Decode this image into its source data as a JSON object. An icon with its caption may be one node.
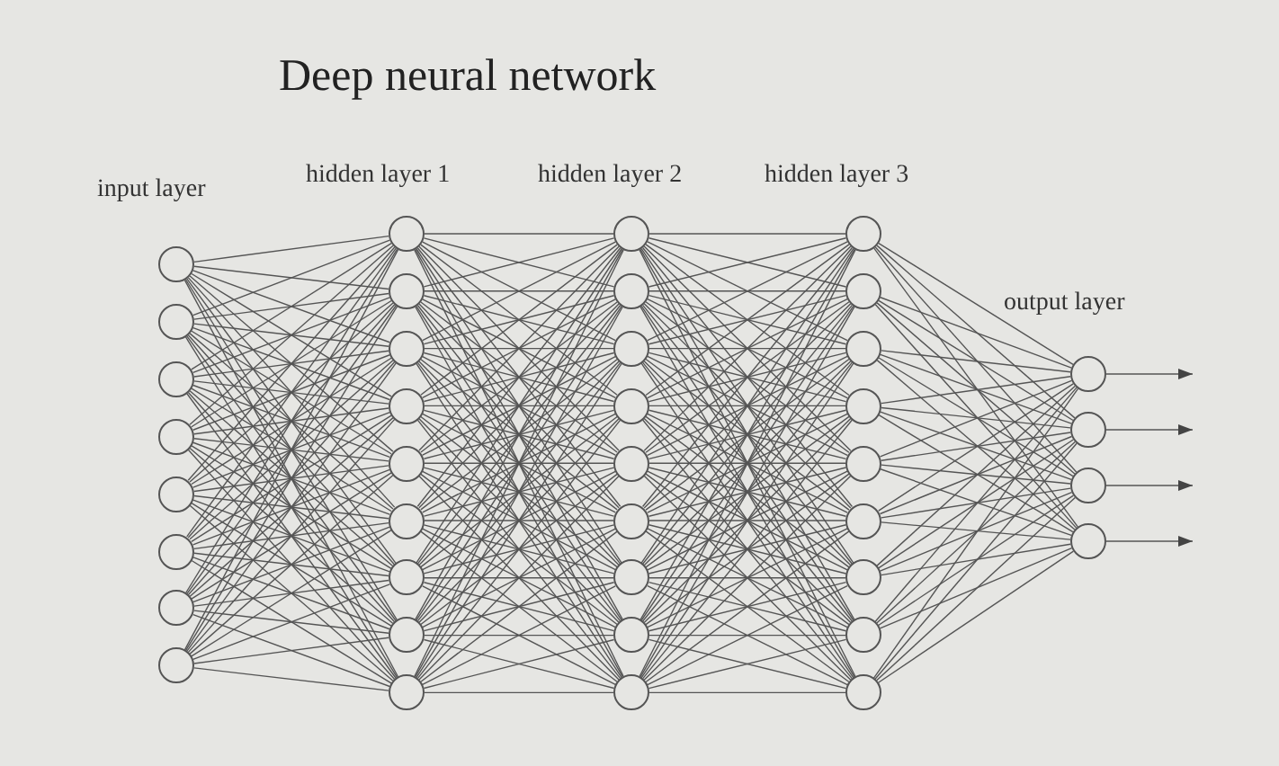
{
  "diagram": {
    "title": "Deep neural network",
    "nodes": [
      {
        "text": [],
        "shape": "circle"
      },
      {
        "text": [],
        "shape": "circle"
      },
      {
        "text": [],
        "shape": "circle"
      },
      {
        "text": [],
        "shape": "circle"
      },
      {
        "text": [],
        "shape": "circle"
      },
      {
        "text": [],
        "shape": "circle"
      },
      {
        "text": [],
        "shape": "circle"
      },
      {
        "text": [],
        "shape": "circle"
      },
      {
        "text": [],
        "shape": "circle"
      },
      {
        "text": [],
        "shape": "circle"
      },
      {
        "text": [],
        "shape": "circle"
      },
      {
        "text": [],
        "shape": "circle"
      },
      {
        "text": [],
        "shape": "circle"
      },
      {
        "text": [],
        "shape": "circle"
      },
      {
        "text": [],
        "shape": "circle"
      },
      {
        "text": [],
        "shape": "circle"
      },
      {
        "text": [],
        "shape": "circle"
      },
      {
        "text": [],
        "shape": "circle"
      },
      {
        "text": [],
        "shape": "circle"
      },
      {
        "text": [],
        "shape": "circle"
      },
      {
        "text": [],
        "shape": "circle"
      },
      {
        "text": [],
        "shape": "circle"
      },
      {
        "text": [],
        "shape": "circle"
      },
      {
        "text": [],
        "shape": "circle"
      },
      {
        "text": [],
        "shape": "circle"
      },
      {
        "text": [],
        "shape": "circle"
      },
      {
        "text": [],
        "shape": "circle"
      },
      {
        "text": [],
        "shape": "circle"
      },
      {
        "text": [],
        "shape": "circle"
      },
      {
        "text": [],
        "shape": "circle"
      },
      {
        "text": [],
        "shape": "circle"
      },
      {
        "text": [],
        "shape": "circle"
      },
      {
        "text": [],
        "shape": "circle"
      },
      {
        "text": [],
        "shape": "circle"
      },
      {
        "text": [],
        "shape": "circle"
      },
      {
        "text": [],
        "shape": "circle"
      },
      {
        "text": [],
        "shape": "circle"
      },
      {
        "text": [],
        "shape": "circle"
      },
      {
        "text": [],
        "shape": "circle"
      }
    ],
    "edges": [
      {
        "from": 0,
        "to": 8,
        "arrow": "none"
      },
      {
        "from": 0,
        "to": 9,
        "arrow": "none"
      },
      {
        "from": 0,
        "to": 10,
        "arrow": "none"
      },
      {
        "from": 0,
        "to": 11,
        "arrow": "none"
      },
      {
        "from": 0,
        "to": 12,
        "arrow": "none"
      },
      {
        "from": 0,
        "to": 13,
        "arrow": "none"
      },
      {
        "from": 0,
        "to": 14,
        "arrow": "none"
      },
      {
        "from": 0,
        "to": 15,
        "arrow": "none"
      },
      {
        "from": 0,
        "to": 16,
        "arrow": "none"
      },
      {
        "from": 1,
        "to": 8,
        "arrow": "none"
      },
      {
        "from": 1,
        "to": 9,
        "arrow": "none"
      },
      {
        "from": 1,
        "to": 10,
        "arrow": "none"
      },
      {
        "from": 1,
        "to": 11,
        "arrow": "none"
      },
      {
        "from": 1,
        "to": 12,
        "arrow": "none"
      },
      {
        "from": 1,
        "to": 13,
        "arrow": "none"
      },
      {
        "from": 1,
        "to": 14,
        "arrow": "none"
      },
      {
        "from": 1,
        "to": 15,
        "arrow": "none"
      },
      {
        "from": 1,
        "to": 16,
        "arrow": "none"
      },
      {
        "from": 2,
        "to": 8,
        "arrow": "none"
      },
      {
        "from": 2,
        "to": 9,
        "arrow": "none"
      },
      {
        "from": 2,
        "to": 10,
        "arrow": "none"
      },
      {
        "from": 2,
        "to": 11,
        "arrow": "none"
      },
      {
        "from": 2,
        "to": 12,
        "arrow": "none"
      },
      {
        "from": 2,
        "to": 13,
        "arrow": "none"
      },
      {
        "from": 2,
        "to": 14,
        "arrow": "none"
      },
      {
        "from": 2,
        "to": 15,
        "arrow": "none"
      },
      {
        "from": 2,
        "to": 16,
        "arrow": "none"
      },
      {
        "from": 3,
        "to": 8,
        "arrow": "none"
      },
      {
        "from": 3,
        "to": 9,
        "arrow": "none"
      },
      {
        "from": 3,
        "to": 10,
        "arrow": "none"
      },
      {
        "from": 3,
        "to": 11,
        "arrow": "none"
      },
      {
        "from": 3,
        "to": 12,
        "arrow": "none"
      },
      {
        "from": 3,
        "to": 13,
        "arrow": "none"
      },
      {
        "from": 3,
        "to": 14,
        "arrow": "none"
      },
      {
        "from": 3,
        "to": 15,
        "arrow": "none"
      },
      {
        "from": 3,
        "to": 16,
        "arrow": "none"
      },
      {
        "from": 4,
        "to": 8,
        "arrow": "none"
      },
      {
        "from": 4,
        "to": 9,
        "arrow": "none"
      },
      {
        "from": 4,
        "to": 10,
        "arrow": "none"
      },
      {
        "from": 4,
        "to": 11,
        "arrow": "none"
      },
      {
        "from": 4,
        "to": 12,
        "arrow": "none"
      },
      {
        "from": 4,
        "to": 13,
        "arrow": "none"
      },
      {
        "from": 4,
        "to": 14,
        "arrow": "none"
      },
      {
        "from": 4,
        "to": 15,
        "arrow": "none"
      },
      {
        "from": 4,
        "to": 16,
        "arrow": "none"
      },
      {
        "from": 5,
        "to": 8,
        "arrow": "none"
      },
      {
        "from": 5,
        "to": 9,
        "arrow": "none"
      },
      {
        "from": 5,
        "to": 10,
        "arrow": "none"
      },
      {
        "from": 5,
        "to": 11,
        "arrow": "none"
      },
      {
        "from": 5,
        "to": 12,
        "arrow": "none"
      },
      {
        "from": 5,
        "to": 13,
        "arrow": "none"
      },
      {
        "from": 5,
        "to": 14,
        "arrow": "none"
      },
      {
        "from": 5,
        "to": 15,
        "arrow": "none"
      },
      {
        "from": 5,
        "to": 16,
        "arrow": "none"
      },
      {
        "from": 6,
        "to": 8,
        "arrow": "none"
      },
      {
        "from": 6,
        "to": 9,
        "arrow": "none"
      },
      {
        "from": 6,
        "to": 10,
        "arrow": "none"
      },
      {
        "from": 6,
        "to": 11,
        "arrow": "none"
      },
      {
        "from": 6,
        "to": 12,
        "arrow": "none"
      },
      {
        "from": 6,
        "to": 13,
        "arrow": "none"
      },
      {
        "from": 6,
        "to": 14,
        "arrow": "none"
      },
      {
        "from": 6,
        "to": 15,
        "arrow": "none"
      },
      {
        "from": 6,
        "to": 16,
        "arrow": "none"
      },
      {
        "from": 7,
        "to": 8,
        "arrow": "none"
      },
      {
        "from": 7,
        "to": 9,
        "arrow": "none"
      },
      {
        "from": 7,
        "to": 10,
        "arrow": "none"
      },
      {
        "from": 7,
        "to": 11,
        "arrow": "none"
      },
      {
        "from": 7,
        "to": 12,
        "arrow": "none"
      },
      {
        "from": 7,
        "to": 13,
        "arrow": "none"
      },
      {
        "from": 7,
        "to": 14,
        "arrow": "none"
      },
      {
        "from": 7,
        "to": 15,
        "arrow": "none"
      },
      {
        "from": 7,
        "to": 16,
        "arrow": "none"
      },
      {
        "from": 8,
        "to": 17,
        "arrow": "none"
      },
      {
        "from": 8,
        "to": 18,
        "arrow": "none"
      },
      {
        "from": 8,
        "to": 19,
        "arrow": "none"
      },
      {
        "from": 8,
        "to": 20,
        "arrow": "none"
      },
      {
        "from": 8,
        "to": 21,
        "arrow": "none"
      },
      {
        "from": 8,
        "to": 22,
        "arrow": "none"
      },
      {
        "from": 8,
        "to": 23,
        "arrow": "none"
      },
      {
        "from": 8,
        "to": 24,
        "arrow": "none"
      },
      {
        "from": 8,
        "to": 25,
        "arrow": "none"
      },
      {
        "from": 9,
        "to": 17,
        "arrow": "none"
      },
      {
        "from": 9,
        "to": 18,
        "arrow": "none"
      },
      {
        "from": 9,
        "to": 19,
        "arrow": "none"
      },
      {
        "from": 9,
        "to": 20,
        "arrow": "none"
      },
      {
        "from": 9,
        "to": 21,
        "arrow": "none"
      },
      {
        "from": 9,
        "to": 22,
        "arrow": "none"
      },
      {
        "from": 9,
        "to": 23,
        "arrow": "none"
      },
      {
        "from": 9,
        "to": 24,
        "arrow": "none"
      },
      {
        "from": 9,
        "to": 25,
        "arrow": "none"
      },
      {
        "from": 10,
        "to": 17,
        "arrow": "none"
      },
      {
        "from": 10,
        "to": 18,
        "arrow": "none"
      },
      {
        "from": 10,
        "to": 19,
        "arrow": "none"
      },
      {
        "from": 10,
        "to": 20,
        "arrow": "none"
      },
      {
        "from": 10,
        "to": 21,
        "arrow": "none"
      },
      {
        "from": 10,
        "to": 22,
        "arrow": "none"
      },
      {
        "from": 10,
        "to": 23,
        "arrow": "none"
      },
      {
        "from": 10,
        "to": 24,
        "arrow": "none"
      },
      {
        "from": 10,
        "to": 25,
        "arrow": "none"
      },
      {
        "from": 11,
        "to": 17,
        "arrow": "none"
      },
      {
        "from": 11,
        "to": 18,
        "arrow": "none"
      },
      {
        "from": 11,
        "to": 19,
        "arrow": "none"
      },
      {
        "from": 11,
        "to": 20,
        "arrow": "none"
      },
      {
        "from": 11,
        "to": 21,
        "arrow": "none"
      },
      {
        "from": 11,
        "to": 22,
        "arrow": "none"
      },
      {
        "from": 11,
        "to": 23,
        "arrow": "none"
      },
      {
        "from": 11,
        "to": 24,
        "arrow": "none"
      },
      {
        "from": 11,
        "to": 25,
        "arrow": "none"
      },
      {
        "from": 12,
        "to": 17,
        "arrow": "none"
      },
      {
        "from": 12,
        "to": 18,
        "arrow": "none"
      },
      {
        "from": 12,
        "to": 19,
        "arrow": "none"
      },
      {
        "from": 12,
        "to": 20,
        "arrow": "none"
      },
      {
        "from": 12,
        "to": 21,
        "arrow": "none"
      },
      {
        "from": 12,
        "to": 22,
        "arrow": "none"
      },
      {
        "from": 12,
        "to": 23,
        "arrow": "none"
      },
      {
        "from": 12,
        "to": 24,
        "arrow": "none"
      },
      {
        "from": 12,
        "to": 25,
        "arrow": "none"
      },
      {
        "from": 13,
        "to": 17,
        "arrow": "none"
      },
      {
        "from": 13,
        "to": 18,
        "arrow": "none"
      },
      {
        "from": 13,
        "to": 19,
        "arrow": "none"
      },
      {
        "from": 13,
        "to": 20,
        "arrow": "none"
      },
      {
        "from": 13,
        "to": 21,
        "arrow": "none"
      },
      {
        "from": 13,
        "to": 22,
        "arrow": "none"
      },
      {
        "from": 13,
        "to": 23,
        "arrow": "none"
      },
      {
        "from": 13,
        "to": 24,
        "arrow": "none"
      },
      {
        "from": 13,
        "to": 25,
        "arrow": "none"
      },
      {
        "from": 14,
        "to": 17,
        "arrow": "none"
      },
      {
        "from": 14,
        "to": 18,
        "arrow": "none"
      },
      {
        "from": 14,
        "to": 19,
        "arrow": "none"
      },
      {
        "from": 14,
        "to": 20,
        "arrow": "none"
      },
      {
        "from": 14,
        "to": 21,
        "arrow": "none"
      },
      {
        "from": 14,
        "to": 22,
        "arrow": "none"
      },
      {
        "from": 14,
        "to": 23,
        "arrow": "none"
      },
      {
        "from": 14,
        "to": 24,
        "arrow": "none"
      },
      {
        "from": 14,
        "to": 25,
        "arrow": "none"
      },
      {
        "from": 15,
        "to": 17,
        "arrow": "none"
      },
      {
        "from": 15,
        "to": 18,
        "arrow": "none"
      },
      {
        "from": 15,
        "to": 19,
        "arrow": "none"
      },
      {
        "from": 15,
        "to": 20,
        "arrow": "none"
      },
      {
        "from": 15,
        "to": 21,
        "arrow": "none"
      },
      {
        "from": 15,
        "to": 22,
        "arrow": "none"
      },
      {
        "from": 15,
        "to": 23,
        "arrow": "none"
      },
      {
        "from": 15,
        "to": 24,
        "arrow": "none"
      },
      {
        "from": 15,
        "to": 25,
        "arrow": "none"
      },
      {
        "from": 16,
        "to": 17,
        "arrow": "none"
      },
      {
        "from": 16,
        "to": 18,
        "arrow": "none"
      },
      {
        "from": 16,
        "to": 19,
        "arrow": "none"
      },
      {
        "from": 16,
        "to": 20,
        "arrow": "none"
      },
      {
        "from": 16,
        "to": 21,
        "arrow": "none"
      },
      {
        "from": 16,
        "to": 22,
        "arrow": "none"
      },
      {
        "from": 16,
        "to": 23,
        "arrow": "none"
      },
      {
        "from": 16,
        "to": 24,
        "arrow": "none"
      },
      {
        "from": 16,
        "to": 25,
        "arrow": "none"
      },
      {
        "from": 17,
        "to": 26,
        "arrow": "none"
      },
      {
        "from": 17,
        "to": 27,
        "arrow": "none"
      },
      {
        "from": 17,
        "to": 28,
        "arrow": "none"
      },
      {
        "from": 17,
        "to": 29,
        "arrow": "none"
      },
      {
        "from": 17,
        "to": 30,
        "arrow": "none"
      },
      {
        "from": 17,
        "to": 31,
        "arrow": "none"
      },
      {
        "from": 17,
        "to": 32,
        "arrow": "none"
      },
      {
        "from": 17,
        "to": 33,
        "arrow": "none"
      },
      {
        "from": 17,
        "to": 34,
        "arrow": "none"
      },
      {
        "from": 18,
        "to": 26,
        "arrow": "none"
      },
      {
        "from": 18,
        "to": 27,
        "arrow": "none"
      },
      {
        "from": 18,
        "to": 28,
        "arrow": "none"
      },
      {
        "from": 18,
        "to": 29,
        "arrow": "none"
      },
      {
        "from": 18,
        "to": 30,
        "arrow": "none"
      },
      {
        "from": 18,
        "to": 31,
        "arrow": "none"
      },
      {
        "from": 18,
        "to": 32,
        "arrow": "none"
      },
      {
        "from": 18,
        "to": 33,
        "arrow": "none"
      },
      {
        "from": 18,
        "to": 34,
        "arrow": "none"
      },
      {
        "from": 19,
        "to": 26,
        "arrow": "none"
      },
      {
        "from": 19,
        "to": 27,
        "arrow": "none"
      },
      {
        "from": 19,
        "to": 28,
        "arrow": "none"
      },
      {
        "from": 19,
        "to": 29,
        "arrow": "none"
      },
      {
        "from": 19,
        "to": 30,
        "arrow": "none"
      },
      {
        "from": 19,
        "to": 31,
        "arrow": "none"
      },
      {
        "from": 19,
        "to": 32,
        "arrow": "none"
      },
      {
        "from": 19,
        "to": 33,
        "arrow": "none"
      },
      {
        "from": 19,
        "to": 34,
        "arrow": "none"
      },
      {
        "from": 20,
        "to": 26,
        "arrow": "none"
      },
      {
        "from": 20,
        "to": 27,
        "arrow": "none"
      },
      {
        "from": 20,
        "to": 28,
        "arrow": "none"
      },
      {
        "from": 20,
        "to": 29,
        "arrow": "none"
      },
      {
        "from": 20,
        "to": 30,
        "arrow": "none"
      },
      {
        "from": 20,
        "to": 31,
        "arrow": "none"
      },
      {
        "from": 20,
        "to": 32,
        "arrow": "none"
      },
      {
        "from": 20,
        "to": 33,
        "arrow": "none"
      },
      {
        "from": 20,
        "to": 34,
        "arrow": "none"
      },
      {
        "from": 21,
        "to": 26,
        "arrow": "none"
      },
      {
        "from": 21,
        "to": 27,
        "arrow": "none"
      },
      {
        "from": 21,
        "to": 28,
        "arrow": "none"
      },
      {
        "from": 21,
        "to": 29,
        "arrow": "none"
      },
      {
        "from": 21,
        "to": 30,
        "arrow": "none"
      },
      {
        "from": 21,
        "to": 31,
        "arrow": "none"
      },
      {
        "from": 21,
        "to": 32,
        "arrow": "none"
      },
      {
        "from": 21,
        "to": 33,
        "arrow": "none"
      },
      {
        "from": 21,
        "to": 34,
        "arrow": "none"
      },
      {
        "from": 22,
        "to": 26,
        "arrow": "none"
      },
      {
        "from": 22,
        "to": 27,
        "arrow": "none"
      },
      {
        "from": 22,
        "to": 28,
        "arrow": "none"
      },
      {
        "from": 22,
        "to": 29,
        "arrow": "none"
      },
      {
        "from": 22,
        "to": 30,
        "arrow": "none"
      },
      {
        "from": 22,
        "to": 31,
        "arrow": "none"
      },
      {
        "from": 22,
        "to": 32,
        "arrow": "none"
      },
      {
        "from": 22,
        "to": 33,
        "arrow": "none"
      },
      {
        "from": 22,
        "to": 34,
        "arrow": "none"
      },
      {
        "from": 23,
        "to": 26,
        "arrow": "none"
      },
      {
        "from": 23,
        "to": 27,
        "arrow": "none"
      },
      {
        "from": 23,
        "to": 28,
        "arrow": "none"
      },
      {
        "from": 23,
        "to": 29,
        "arrow": "none"
      },
      {
        "from": 23,
        "to": 30,
        "arrow": "none"
      },
      {
        "from": 23,
        "to": 31,
        "arrow": "none"
      },
      {
        "from": 23,
        "to": 32,
        "arrow": "none"
      },
      {
        "from": 23,
        "to": 33,
        "arrow": "none"
      },
      {
        "from": 23,
        "to": 34,
        "arrow": "none"
      },
      {
        "from": 24,
        "to": 26,
        "arrow": "none"
      },
      {
        "from": 24,
        "to": 27,
        "arrow": "none"
      },
      {
        "from": 24,
        "to": 28,
        "arrow": "none"
      },
      {
        "from": 24,
        "to": 29,
        "arrow": "none"
      },
      {
        "from": 24,
        "to": 30,
        "arrow": "none"
      },
      {
        "from": 24,
        "to": 31,
        "arrow": "none"
      },
      {
        "from": 24,
        "to": 32,
        "arrow": "none"
      },
      {
        "from": 24,
        "to": 33,
        "arrow": "none"
      },
      {
        "from": 24,
        "to": 34,
        "arrow": "none"
      },
      {
        "from": 25,
        "to": 26,
        "arrow": "none"
      },
      {
        "from": 25,
        "to": 27,
        "arrow": "none"
      },
      {
        "from": 25,
        "to": 28,
        "arrow": "none"
      },
      {
        "from": 25,
        "to": 29,
        "arrow": "none"
      },
      {
        "from": 25,
        "to": 30,
        "arrow": "none"
      },
      {
        "from": 25,
        "to": 31,
        "arrow": "none"
      },
      {
        "from": 25,
        "to": 32,
        "arrow": "none"
      },
      {
        "from": 25,
        "to": 33,
        "arrow": "none"
      },
      {
        "from": 25,
        "to": 34,
        "arrow": "none"
      },
      {
        "from": 26,
        "to": 35,
        "arrow": "none"
      },
      {
        "from": 26,
        "to": 36,
        "arrow": "none"
      },
      {
        "from": 26,
        "to": 37,
        "arrow": "none"
      },
      {
        "from": 26,
        "to": 38,
        "arrow": "none"
      },
      {
        "from": 27,
        "to": 35,
        "arrow": "none"
      },
      {
        "from": 27,
        "to": 36,
        "arrow": "none"
      },
      {
        "from": 27,
        "to": 37,
        "arrow": "none"
      },
      {
        "from": 27,
        "to": 38,
        "arrow": "none"
      },
      {
        "from": 28,
        "to": 35,
        "arrow": "none"
      },
      {
        "from": 28,
        "to": 36,
        "arrow": "none"
      },
      {
        "from": 28,
        "to": 37,
        "arrow": "none"
      },
      {
        "from": 28,
        "to": 38,
        "arrow": "none"
      },
      {
        "from": 29,
        "to": 35,
        "arrow": "none"
      },
      {
        "from": 29,
        "to": 36,
        "arrow": "none"
      },
      {
        "from": 29,
        "to": 37,
        "arrow": "none"
      },
      {
        "from": 29,
        "to": 38,
        "arrow": "none"
      },
      {
        "from": 30,
        "to": 35,
        "arrow": "none"
      },
      {
        "from": 30,
        "to": 36,
        "arrow": "none"
      },
      {
        "from": 30,
        "to": 37,
        "arrow": "none"
      },
      {
        "from": 30,
        "to": 38,
        "arrow": "none"
      },
      {
        "from": 31,
        "to": 35,
        "arrow": "none"
      },
      {
        "from": 31,
        "to": 36,
        "arrow": "none"
      },
      {
        "from": 31,
        "to": 37,
        "arrow": "none"
      },
      {
        "from": 31,
        "to": 38,
        "arrow": "none"
      },
      {
        "from": 32,
        "to": 35,
        "arrow": "none"
      },
      {
        "from": 32,
        "to": 36,
        "arrow": "none"
      },
      {
        "from": 32,
        "to": 37,
        "arrow": "none"
      },
      {
        "from": 32,
        "to": 38,
        "arrow": "none"
      },
      {
        "from": 33,
        "to": 35,
        "arrow": "none"
      },
      {
        "from": 33,
        "to": 36,
        "arrow": "none"
      },
      {
        "from": 33,
        "to": 37,
        "arrow": "none"
      },
      {
        "from": 33,
        "to": 38,
        "arrow": "none"
      },
      {
        "from": 34,
        "to": 35,
        "arrow": "none"
      },
      {
        "from": 34,
        "to": 36,
        "arrow": "none"
      },
      {
        "from": 34,
        "to": 37,
        "arrow": "none"
      },
      {
        "from": 34,
        "to": 38,
        "arrow": "none"
      },
      {
        "from": 35,
        "to": null,
        "arrow": "to"
      },
      {
        "from": 36,
        "to": null,
        "arrow": "to"
      },
      {
        "from": 37,
        "to": null,
        "arrow": "to"
      },
      {
        "from": 38,
        "to": null,
        "arrow": "to"
      }
    ],
    "labels": [
      "input layer",
      "hidden layer 1",
      "hidden layer 2",
      "hidden layer 3",
      "output layer"
    ]
  }
}
